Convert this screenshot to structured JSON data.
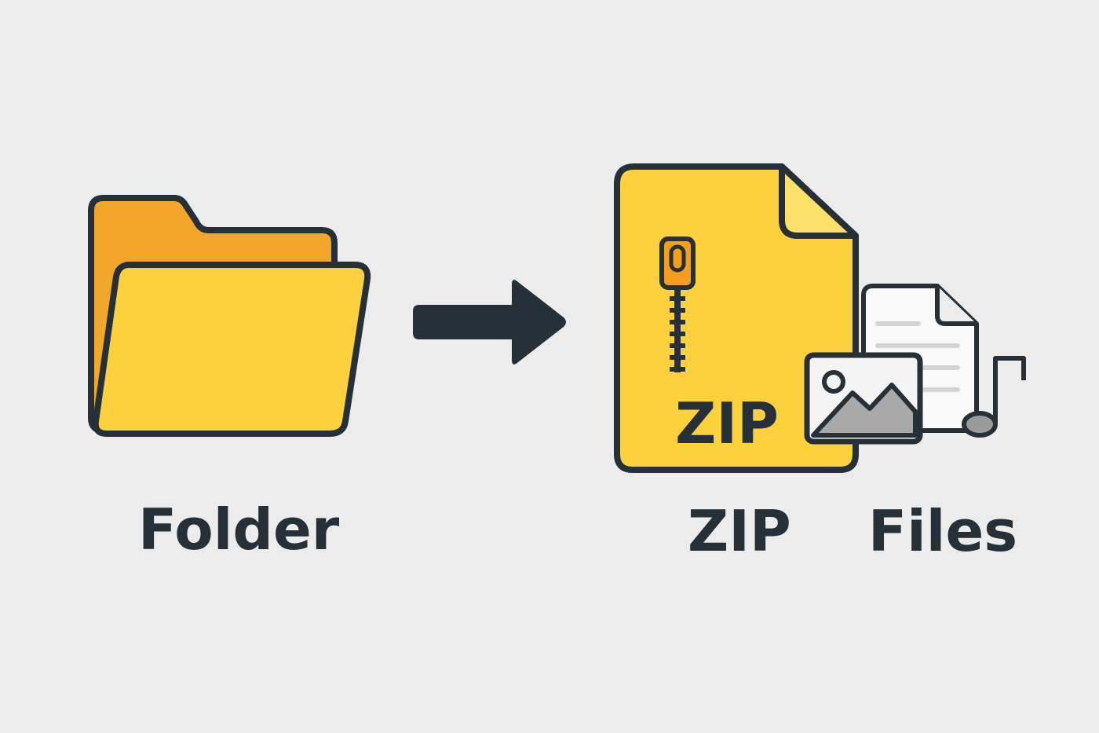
{
  "colors": {
    "background": "#ececec",
    "outline": "#253039",
    "folder_back": "#f2a62a",
    "folder_front": "#fdd13d",
    "zip_body": "#fdd13d",
    "zip_fold": "#fbe06a",
    "zipper_pull": "#f59d1e",
    "document": "#f8f8f8",
    "doc_lines": "#d4d4d4",
    "image_bg": "#f4f4f4",
    "image_mountain": "#a9a9a9",
    "music_note": "#9b9b9b"
  },
  "left": {
    "icon": "folder-icon",
    "label": "Folder"
  },
  "arrow": {
    "icon": "arrow-right-icon"
  },
  "right": {
    "icon": "zip-file-icon",
    "badge": "ZIP",
    "label_part1": "ZIP",
    "label_part2": "Files",
    "extra_icons": [
      "document-icon",
      "image-icon",
      "music-note-icon",
      "zipper-icon"
    ]
  }
}
